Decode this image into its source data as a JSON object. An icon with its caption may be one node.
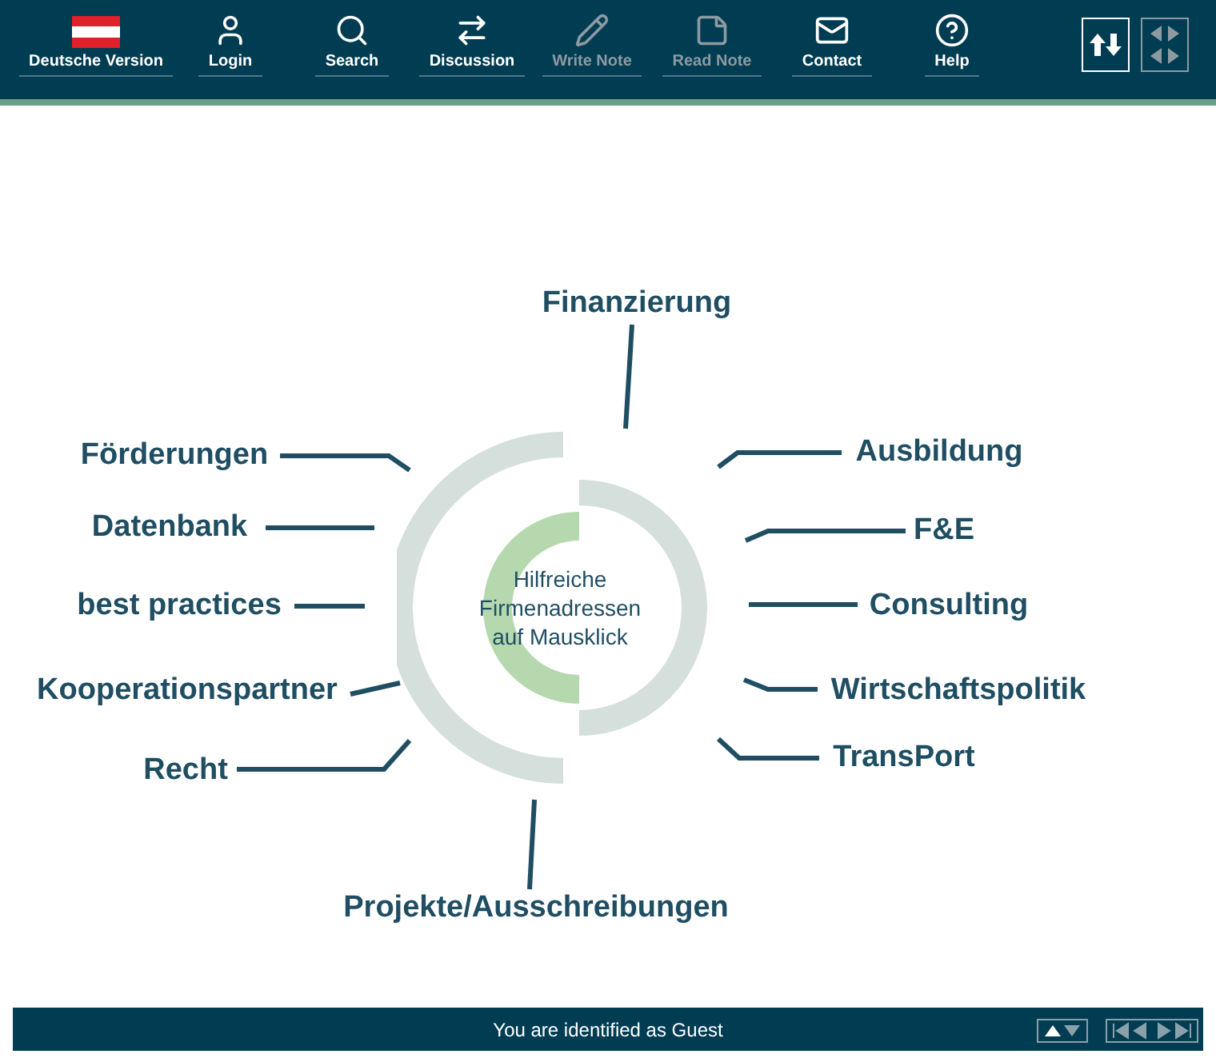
{
  "diagram": {
    "nodes": [
      {
        "text": [
          "Hilfreiche Firmenadressen auf Mausklick"
        ]
      },
      {
        "text": [
          "Finanzierung"
        ]
      },
      {
        "text": [
          "Förderungen"
        ]
      },
      {
        "text": [
          "Ausbildung"
        ]
      },
      {
        "text": [
          "Datenbank"
        ]
      },
      {
        "text": [
          "F&E"
        ]
      },
      {
        "text": [
          "best practices"
        ]
      },
      {
        "text": [
          "Consulting"
        ]
      },
      {
        "text": [
          "Kooperationspartner"
        ]
      },
      {
        "text": [
          "Wirtschaftspolitik"
        ]
      },
      {
        "text": [
          "Recht"
        ]
      },
      {
        "text": [
          "TransPort"
        ]
      },
      {
        "text": [
          "Projekte/Ausschreibungen"
        ]
      }
    ],
    "edges": [
      {
        "from": 1,
        "to": 0,
        "arrow": "none"
      },
      {
        "from": 2,
        "to": 0,
        "arrow": "none"
      },
      {
        "from": 3,
        "to": 0,
        "arrow": "none"
      },
      {
        "from": 4,
        "to": 0,
        "arrow": "none"
      },
      {
        "from": 5,
        "to": 0,
        "arrow": "none"
      },
      {
        "from": 6,
        "to": 0,
        "arrow": "none"
      },
      {
        "from": 7,
        "to": 0,
        "arrow": "none"
      },
      {
        "from": 8,
        "to": 0,
        "arrow": "none"
      },
      {
        "from": 9,
        "to": 0,
        "arrow": "none"
      },
      {
        "from": 10,
        "to": 0,
        "arrow": "none"
      },
      {
        "from": 11,
        "to": 0,
        "arrow": "none"
      },
      {
        "from": 12,
        "to": 0,
        "arrow": "none"
      }
    ],
    "labels": [
      "Deutsche Version",
      "Login",
      "Search",
      "Discussion",
      "Write Note",
      "Read Note",
      "Contact",
      "Help",
      "You are identified as Guest"
    ]
  }
}
